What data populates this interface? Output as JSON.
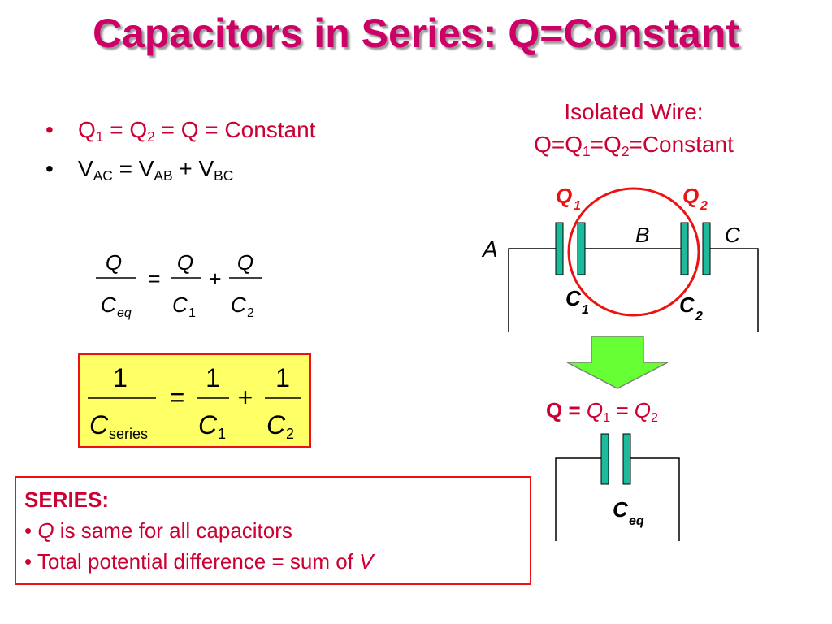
{
  "title": "Capacitors in Series: Q=Constant",
  "bullets": [
    {
      "marker": "•",
      "parts": [
        "Q",
        "1",
        " = Q",
        "2",
        " = Q = Constant"
      ]
    },
    {
      "marker": "•",
      "parts": [
        "V",
        "AC",
        " = V",
        "AB",
        " + V",
        "BC"
      ]
    }
  ],
  "equation1": {
    "lhs_num": "Q",
    "lhs_den": "C",
    "lhs_den_sub": "eq",
    "equals": "=",
    "t1_num": "Q",
    "t1_den": "C",
    "t1_sub": "1",
    "plus": "+",
    "t2_num": "Q",
    "t2_den": "C",
    "t2_sub": "2"
  },
  "equation2": {
    "lhs_num": "1",
    "lhs_den": "C",
    "lhs_den_sub": "series",
    "equals": "=",
    "t1_num": "1",
    "t1_den": "C",
    "t1_sub": "1",
    "plus": "+",
    "t2_num": "1",
    "t2_den": "C",
    "t2_sub": "2"
  },
  "isolated": {
    "line1": "Isolated Wire:",
    "line2_parts": [
      "Q=Q",
      "1",
      "=Q",
      "2",
      "=Constant"
    ]
  },
  "circuit": {
    "node_a": "A",
    "node_b": "B",
    "node_c": "C",
    "q1": "Q",
    "q1_sub": "1",
    "q2": "Q",
    "q2_sub": "2",
    "c1": "C",
    "c1_sub": "1",
    "c2": "C",
    "c2_sub": "2"
  },
  "q_equation": {
    "bold": "Q =",
    "rest_parts": [
      "Q",
      "1",
      " = Q",
      "2"
    ]
  },
  "ceq": {
    "main": "C",
    "sub": "eq"
  },
  "series_box": {
    "heading": "SERIES:",
    "line1_marker": "•",
    "line1_italic": "Q",
    "line1_rest": " is same for all capacitors",
    "line2_marker": "•",
    "line2_text": "Total potential difference = sum of ",
    "line2_italic": "V"
  },
  "colors": {
    "title": "#cc0066",
    "text_red": "#cc0033",
    "plate": "#1abc9c",
    "arrow": "#66ff33",
    "highlight_box": "#ffff66"
  }
}
